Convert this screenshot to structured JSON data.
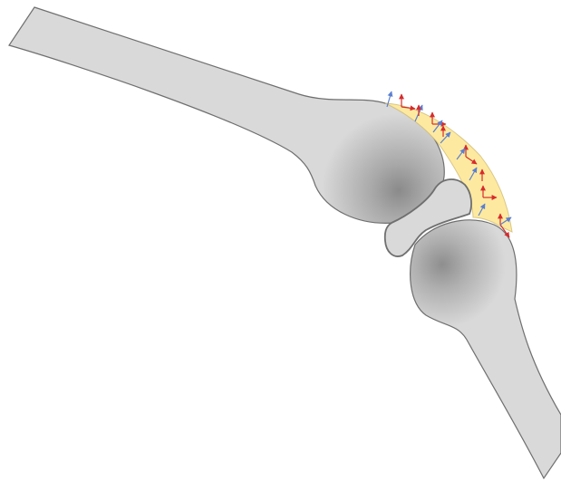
{
  "diagram": {
    "type": "knee-joint-cross-section",
    "parts": [
      "femur",
      "tibia",
      "meniscus",
      "cartilage-layer",
      "surface-vectors"
    ],
    "colors": {
      "bone_fill": "#d9d9d9",
      "bone_stroke": "#6f6f6f",
      "bone_shade": "#8a8a8a",
      "cartilage_fill": "#fdeaa0",
      "cartilage_stroke": "#c9b46a",
      "tangent_vector": "#d62c2c",
      "normal_vector": "#5b7fd1"
    },
    "vectors": {
      "red_count": 8,
      "blue_count": 8
    }
  }
}
